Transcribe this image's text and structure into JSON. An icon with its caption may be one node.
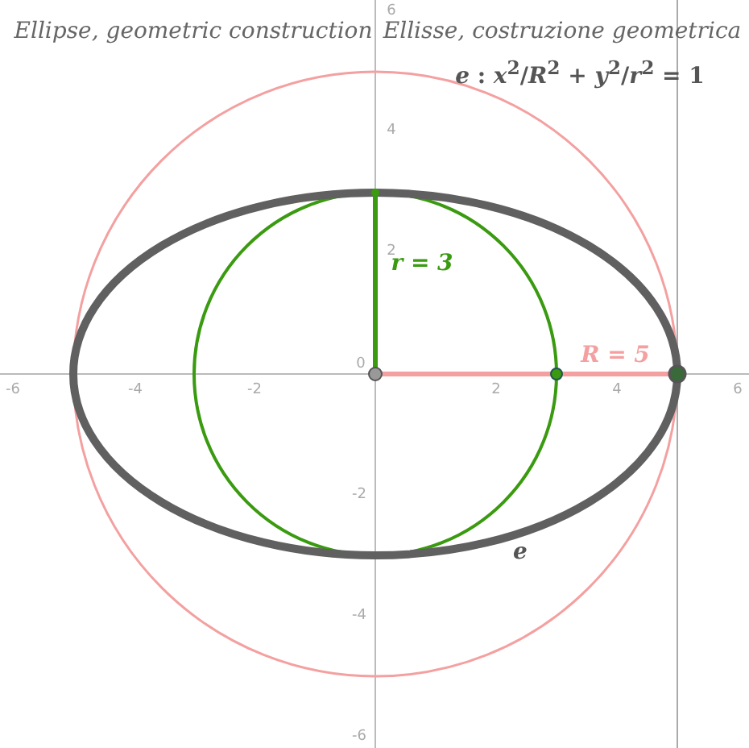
{
  "diagram": {
    "labels": [
      "6",
      "Ellipse, geometric construction",
      "Ellisse, costruzione geometrica",
      "*e* : *x*$^{2}$/*R*$^{2}$ + *y*$^{2}$/*r*$^{2}$ = 1",
      "4",
      "r = 3",
      "2",
      "R = 5",
      "-6",
      "-4",
      "-2",
      "0",
      "2",
      "4",
      "6",
      "-2",
      "e",
      "-4",
      "-6"
    ]
  }
}
